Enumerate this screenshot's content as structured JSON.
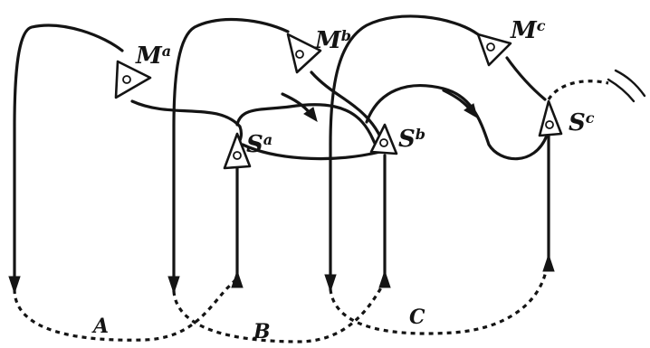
{
  "labels": {
    "motor_a": {
      "main": "M",
      "sup": "a"
    },
    "motor_b": {
      "main": "M",
      "sup": "b"
    },
    "motor_c": {
      "main": "M",
      "sup": "c"
    },
    "sensory_a": {
      "main": "S",
      "sup": "a"
    },
    "sensory_b": {
      "main": "S",
      "sup": "b"
    },
    "sensory_c": {
      "main": "S",
      "sup": "c"
    },
    "loop_a": "A",
    "loop_b": "B",
    "loop_c": "C"
  },
  "colors": {
    "ink": "#141414",
    "background": "#ffffff"
  }
}
